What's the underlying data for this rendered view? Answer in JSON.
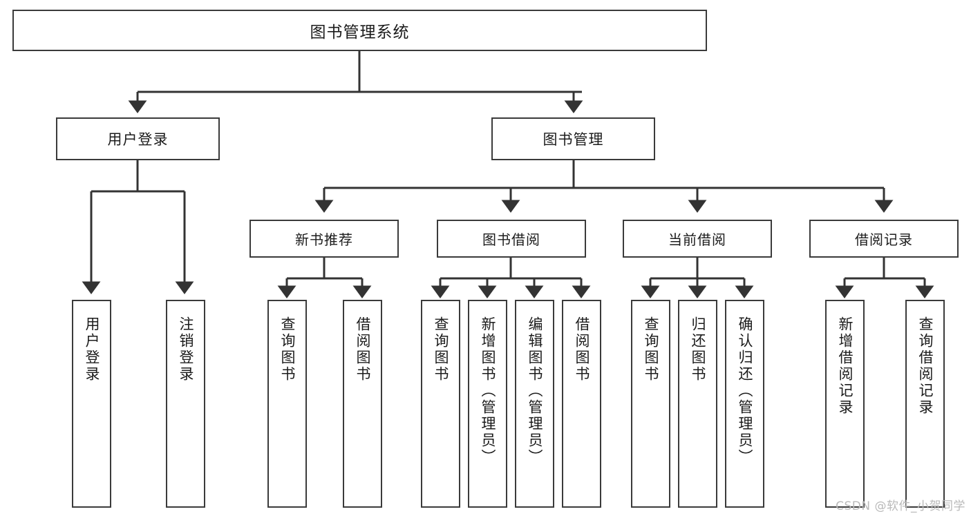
{
  "diagram": {
    "title": "图书管理系统 功能结构图",
    "type": "tree-hierarchy",
    "colors": {
      "box_border": "#3a3a3a",
      "box_fill": "#ffffff",
      "connector": "#333333",
      "text": "#1b1b1b",
      "watermark": "#b9b9b9",
      "background": "#ffffff"
    },
    "root": {
      "label": "图书管理系统"
    },
    "level1": [
      {
        "label": "用户登录"
      },
      {
        "label": "图书管理"
      }
    ],
    "level2": [
      {
        "label": "新书推荐"
      },
      {
        "label": "图书借阅"
      },
      {
        "label": "当前借阅"
      },
      {
        "label": "借阅记录"
      }
    ],
    "leaves": {
      "user_login": [
        {
          "label": "用户登录"
        },
        {
          "label": "注销登录"
        }
      ],
      "new_book_recommend": [
        {
          "label": "查询图书"
        },
        {
          "label": "借阅图书"
        }
      ],
      "book_borrow": [
        {
          "label": "查询图书"
        },
        {
          "label": "新增图书（管理员）"
        },
        {
          "label": "编辑图书（管理员）"
        },
        {
          "label": "借阅图书"
        }
      ],
      "current_borrow": [
        {
          "label": "查询图书"
        },
        {
          "label": "归还图书"
        },
        {
          "label": "确认归还（管理员）"
        }
      ],
      "borrow_record": [
        {
          "label": "新增借阅记录"
        },
        {
          "label": "查询借阅记录"
        }
      ]
    }
  },
  "watermark": {
    "text": "CSDN @软件_小贺同学"
  }
}
